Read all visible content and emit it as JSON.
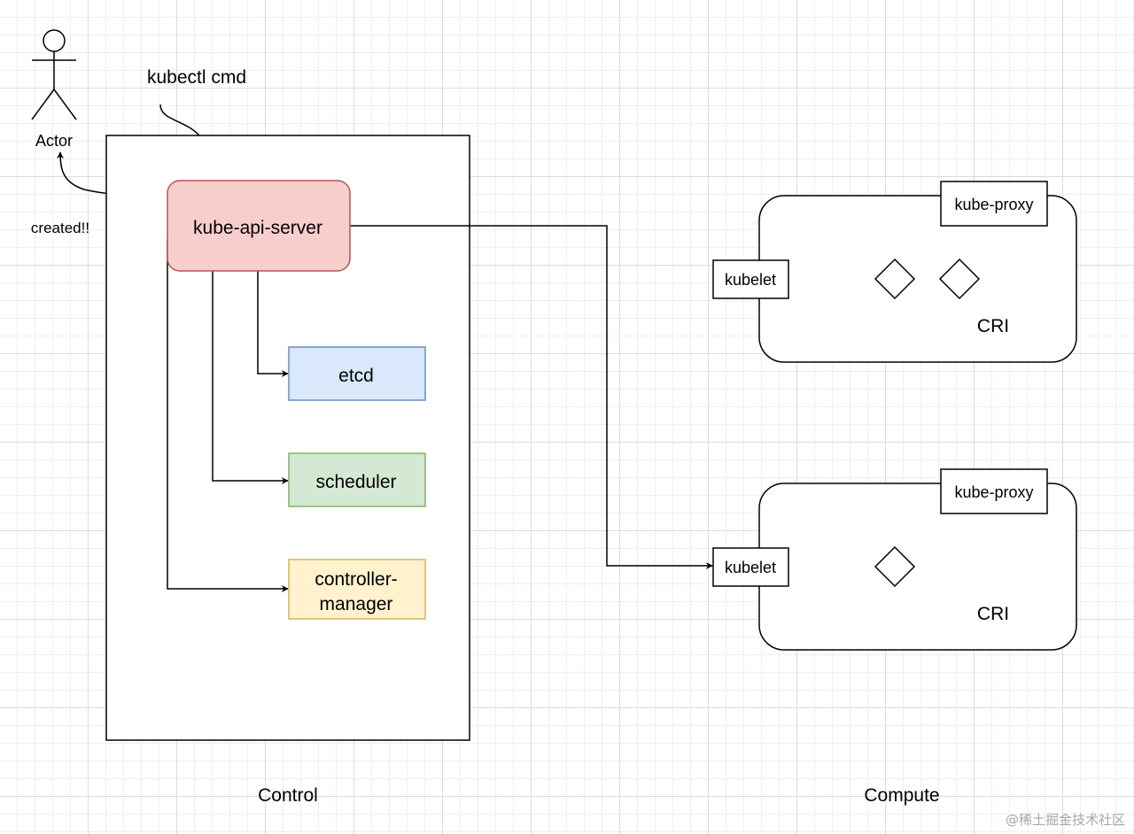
{
  "actor": {
    "label": "Actor"
  },
  "command": {
    "label": "kubectl cmd"
  },
  "response": {
    "label": "created!!",
    "color": "#e8290b"
  },
  "control": {
    "label": "Control",
    "api_server": {
      "label": "kube-api-server",
      "fill": "#f8cecc",
      "stroke": "#b85450"
    },
    "etcd": {
      "label": "etcd",
      "fill": "#dae8fc",
      "stroke": "#6c8ebf"
    },
    "scheduler": {
      "label": "scheduler",
      "fill": "#d5e8d4",
      "stroke": "#82b366"
    },
    "controller_manager": {
      "line1": "controller-",
      "line2": "manager",
      "fill": "#fff2cc",
      "stroke": "#d6b656"
    }
  },
  "compute": {
    "label": "Compute",
    "nodes": [
      {
        "proxy_label": "kube-proxy",
        "kubelet_label": "kubelet",
        "cri_label": "CRI",
        "pods": 2
      },
      {
        "proxy_label": "kube-proxy",
        "kubelet_label": "kubelet",
        "cri_label": "CRI",
        "pods": 1
      }
    ]
  },
  "watermark": {
    "text": "@稀土掘金技术社区"
  }
}
